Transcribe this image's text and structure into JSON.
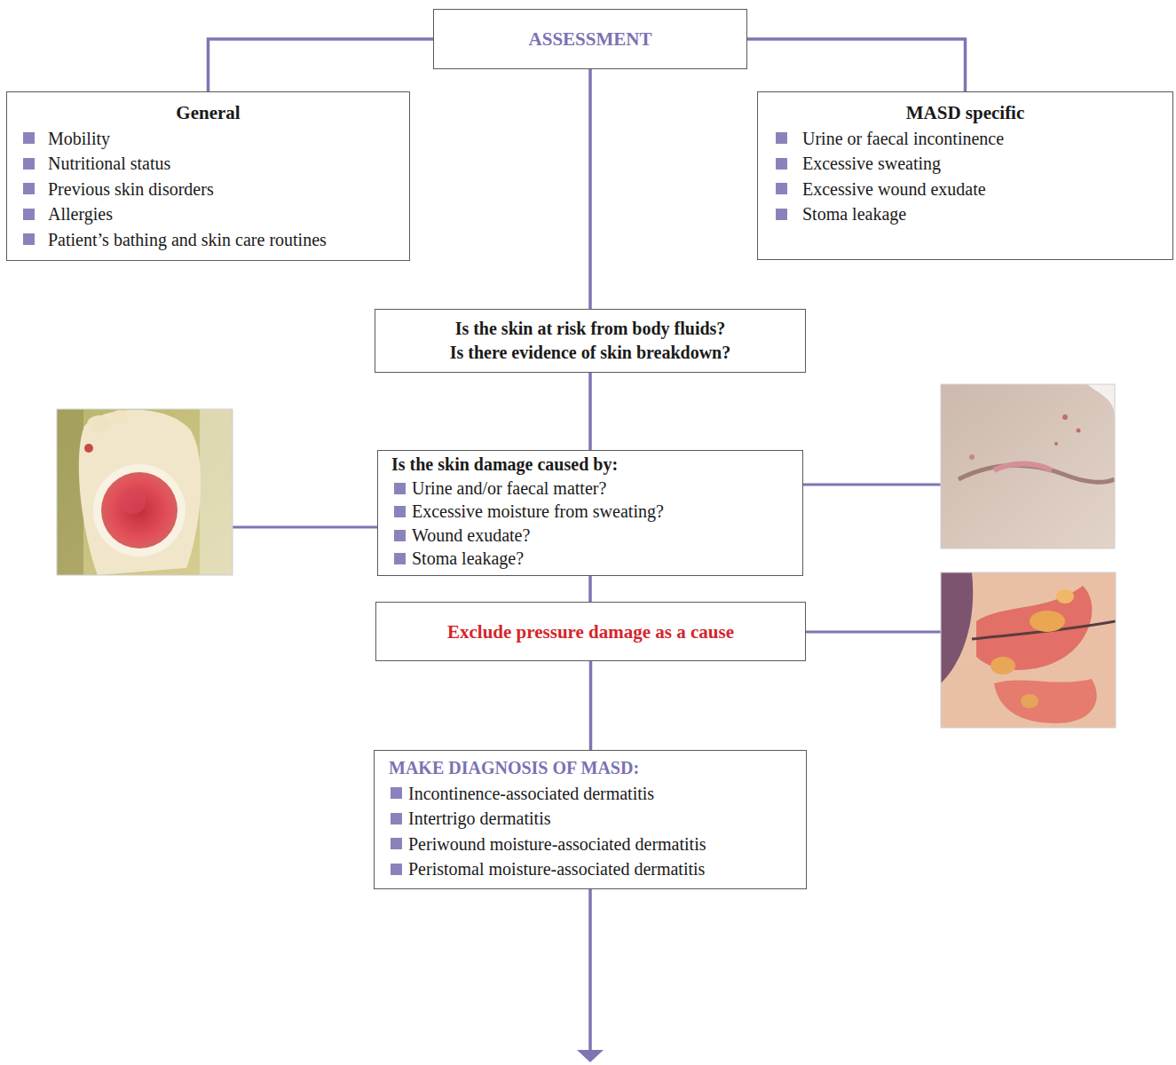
{
  "diagram": {
    "nodes": [
      {
        "text": [
          "ASSESSMENT"
        ]
      },
      {
        "text": [
          "General",
          "Mobility",
          "Nutritional status",
          "Previous skin disorders",
          "Allergies",
          "Patient’s bathing and skin care routines"
        ]
      },
      {
        "text": [
          "MASD specific",
          "Urine or faecal incontinence",
          "Excessive sweating",
          "Excessive wound exudate",
          "Stoma leakage"
        ]
      },
      {
        "text": [
          "Is the skin at risk from body fluids?",
          "Is there evidence of skin breakdown?"
        ]
      },
      {
        "text": [
          "Is the skin damage caused by:",
          "Urine and/or faecal matter?",
          "Excessive moisture from sweating?",
          "Wound exudate?",
          "Stoma leakage?"
        ]
      },
      {
        "text": [
          "Exclude pressure damage as a cause"
        ]
      },
      {
        "text": [
          "MAKE DIAGNOSIS OF MASD:",
          "Incontinence-associated dermatitis",
          "Intertrigo dermatitis",
          "Periwound moisture-associated dermatitis",
          "Peristomal moisture-associated dermatitis"
        ]
      }
    ],
    "edges": [
      {
        "from": 0,
        "to": 1,
        "arrow": "none"
      },
      {
        "from": 0,
        "to": 2,
        "arrow": "none"
      },
      {
        "from": 0,
        "to": 3,
        "arrow": "none"
      },
      {
        "from": 3,
        "to": 4,
        "arrow": "none"
      },
      {
        "from": 4,
        "to": 5,
        "arrow": "none"
      },
      {
        "from": 5,
        "to": 6,
        "arrow": "none"
      }
    ]
  }
}
